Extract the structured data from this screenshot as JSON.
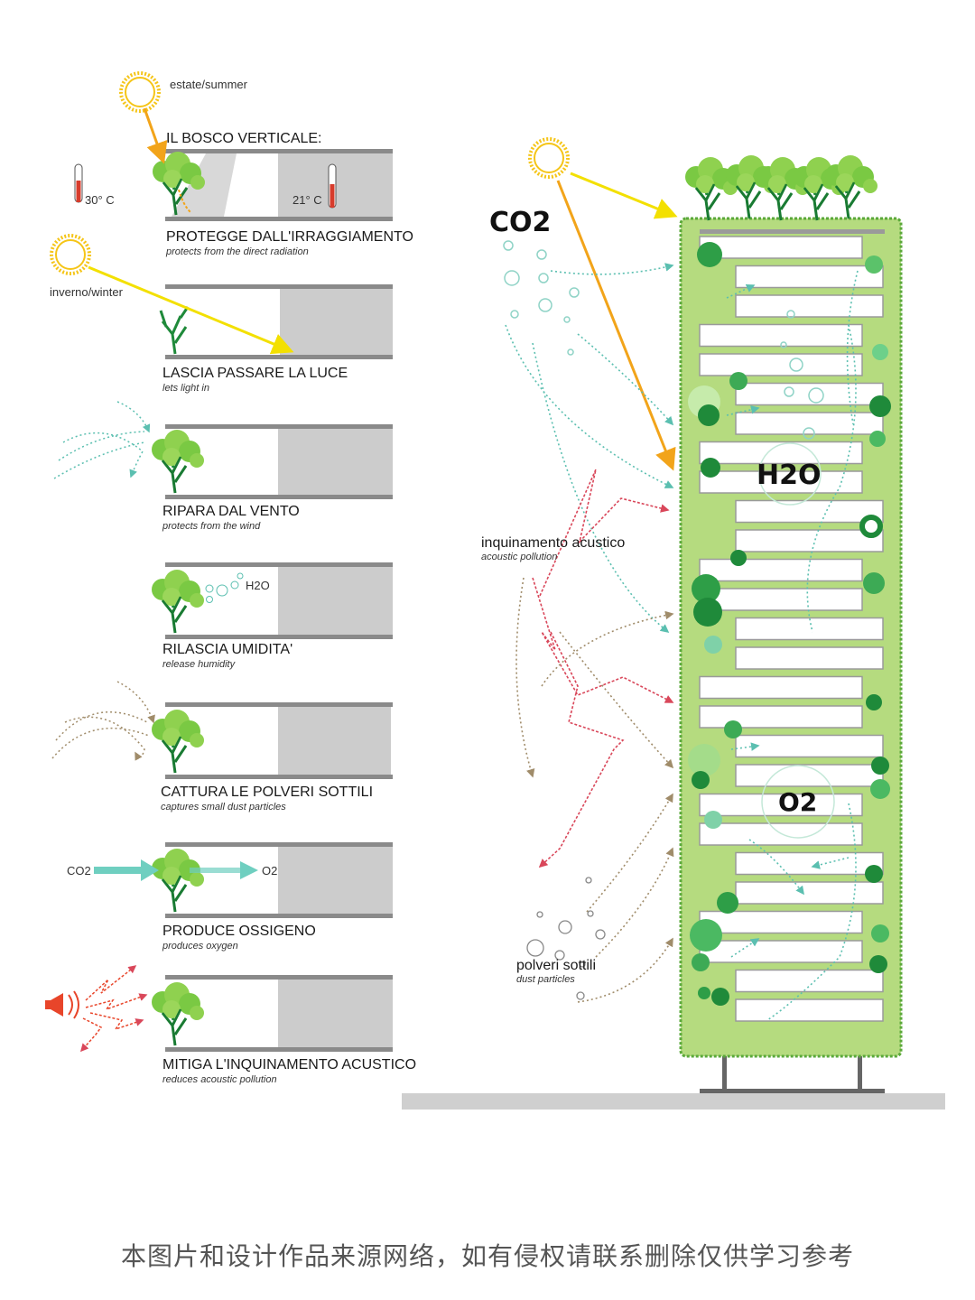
{
  "seasons": {
    "summer": "estate/summer",
    "winter": "inverno/winter"
  },
  "title": "IL BOSCO VERTICALE:",
  "temperatures": {
    "outside": "30° C",
    "inside": "21° C"
  },
  "panels": [
    {
      "label": "PROTEGGE DALL'IRRAGGIAMENTO",
      "sublabel": "protects from the direct radiation"
    },
    {
      "label": "LASCIA PASSARE LA LUCE",
      "sublabel": "lets light in"
    },
    {
      "label": "RIPARA  DAL VENTO",
      "sublabel": "protects from the wind"
    },
    {
      "label": "RILASCIA UMIDITA'",
      "sublabel": "release humidity"
    },
    {
      "label": "CATTURA LE POLVERI SOTTILI",
      "sublabel": "captures small dust particles"
    },
    {
      "label": "PRODUCE OSSIGENO",
      "sublabel": "produces oxygen"
    },
    {
      "label": "MITIGA L'INQUINAMENTO ACUSTICO",
      "sublabel": "reduces acoustic pollution"
    }
  ],
  "panel_tags": {
    "humidity": "H2O",
    "co2": "CO2",
    "o2": "O2"
  },
  "tower_labels": {
    "co2": "CO2",
    "h2o": "H2O",
    "o2": "O2",
    "noise": "inquinamento acustico",
    "noise_sub": "acoustic pollution",
    "dust": "polveri sottili",
    "dust_sub": "dust particles"
  },
  "colors": {
    "sun": "#f5c518",
    "sun_ray": "#f3e000",
    "ray_orange": "#f2a41a",
    "green_facade": "#b5db7f",
    "tree_dark": "#1f8a3a",
    "tree_light": "#7ac943",
    "wall_gray": "#cccccc",
    "slab_gray": "#8a8a8a",
    "teal": "#5bbfb0",
    "noise_red": "#d9475a",
    "dust_brown": "#a08c6a",
    "megaphone": "#e8452a"
  },
  "caption": "本图片和设计作品来源网络，如有侵权请联系删除仅供学习参考"
}
